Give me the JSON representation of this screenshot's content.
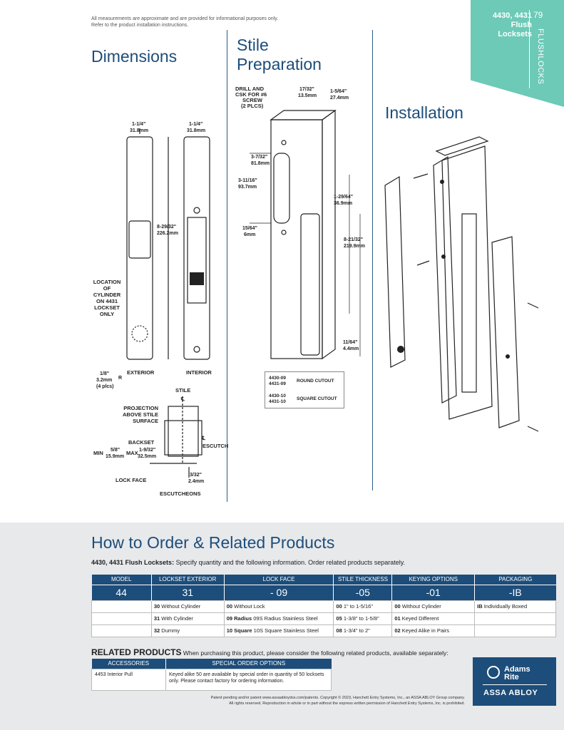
{
  "disclaimer": [
    "All measurements are approximate and are provided for informational purposes only.",
    "Refer to the product installation instructions."
  ],
  "tab": {
    "codes": "4430, 4431",
    "line2": "Flush",
    "line3": "Locksets",
    "page": "79",
    "section": "FLUSHLOCKS"
  },
  "sections": {
    "dimensions": "Dimensions",
    "stile1": "Stile",
    "stile2": "Preparation",
    "installation": "Installation"
  },
  "dimensions": {
    "w_left": [
      "1-1/4\"",
      "31.8mm"
    ],
    "w_right": [
      "1-1/4\"",
      "31.8mm"
    ],
    "height": [
      "8-29/32\"",
      "226.2mm"
    ],
    "cyl_note": [
      "LOCATION",
      "OF",
      "CYLINDER",
      "ON 4431",
      "LOCKSET",
      "ONLY"
    ],
    "radius": [
      "1/8\"",
      "3.2mm",
      "(4 plcs)"
    ],
    "r": "R",
    "exterior": "EXTERIOR",
    "interior": "INTERIOR",
    "stile": "STILE",
    "projection": [
      "PROJECTION",
      "ABOVE STILE",
      "SURFACE"
    ],
    "backset": "BACKSET",
    "min": "MIN",
    "min_val": [
      "5/8\"",
      "15.9mm"
    ],
    "max": "MAX",
    "max_val": [
      "1-9/32\"",
      "32.5mm"
    ],
    "escutcheon": "ESCUTCHEON",
    "lock_face": "LOCK FACE",
    "gap": [
      "3/32\"",
      "2.4mm"
    ],
    "escutcheons": "ESCUTCHEONS",
    "cl": "℄"
  },
  "prep": {
    "drill": [
      "DRILL AND",
      "CSK FOR #6",
      "SCREW",
      "(2 PLCS)"
    ],
    "d1": [
      "17/32\"",
      "13.5mm"
    ],
    "d2": [
      "1-5/64\"",
      "27.4mm"
    ],
    "d3": [
      "3-7/32\"",
      "81.8mm"
    ],
    "d4": [
      "3-11/16\"",
      "93.7mm"
    ],
    "d5": [
      "1-29/64\"",
      "36.9mm"
    ],
    "d6": [
      "15/64\"",
      "6mm"
    ],
    "d7": [
      "8-21/32\"",
      "219.9mm"
    ],
    "d8": [
      "11/64\"",
      "4.4mm"
    ],
    "legend": [
      {
        "codes": [
          "4430-09",
          "4431-09"
        ],
        "label": "ROUND CUTOUT"
      },
      {
        "codes": [
          "4430-10",
          "4431-10"
        ],
        "label": "SQUARE CUTOUT"
      }
    ]
  },
  "order": {
    "title": "How to Order & Related Products",
    "sub_bold": "4430, 4431 Flush Locksets:",
    "sub_rest": " Specify quantity and the following information. Order related products separately.",
    "headers": [
      "MODEL",
      "LOCKSET EXTERIOR",
      "LOCK FACE",
      "STILE THICKNESS",
      "KEYING OPTIONS",
      "PACKAGING"
    ],
    "codes": [
      "44",
      "31",
      "- 09",
      "-05",
      "-01",
      "-IB"
    ],
    "rows": [
      [
        [
          "",
          ""
        ],
        [
          "30",
          " Without Cylinder"
        ],
        [
          "00",
          " Without Lock"
        ],
        [
          "00",
          " 1\" to 1-5/16\""
        ],
        [
          "00",
          " Without Cylinder"
        ],
        [
          "IB",
          " Individually Boxed"
        ]
      ],
      [
        [
          "",
          ""
        ],
        [
          "31",
          " With Cylinder"
        ],
        [
          "09 Radius",
          " 09S Radius Stainless Steel"
        ],
        [
          "05",
          " 1-3/8\" to 1-5/8\""
        ],
        [
          "01",
          " Keyed Different"
        ],
        [
          "",
          ""
        ]
      ],
      [
        [
          "",
          ""
        ],
        [
          "32",
          " Dummy"
        ],
        [
          "10 Square",
          " 10S Square Stainless Steel"
        ],
        [
          "08",
          " 1-3/4\" to 2\""
        ],
        [
          "02",
          " Keyed Alike in Pairs"
        ],
        [
          "",
          ""
        ]
      ]
    ]
  },
  "related": {
    "title": "RELATED PRODUCTS",
    "desc": " When purchasing this product, please consider the following related products, available separately:",
    "headers": [
      "ACCESSORIES",
      "SPECIAL ORDER OPTIONS"
    ],
    "item": "4453 Interior Pull",
    "special": "Keyed alike 50 are available by special order in quantity of 50 locksets only. Please contact factory for ordering information."
  },
  "footer": [
    "Patent pending and/or patent www.assaabloydss.com/patents. Copyright © 2023, Hanchett Entry Systems, Inc., an ASSA ABLOY Group company.",
    "All rights reserved. Reproduction in whole or in part without the express written permission of Hanchett Entry Systems, Inc. is prohibited."
  ],
  "logo": {
    "line1": "Adams",
    "line2": "Rite",
    "line3": "ASSA ABLOY"
  },
  "colors": {
    "brand": "#1d4d7a",
    "tab": "#6ccab7"
  }
}
